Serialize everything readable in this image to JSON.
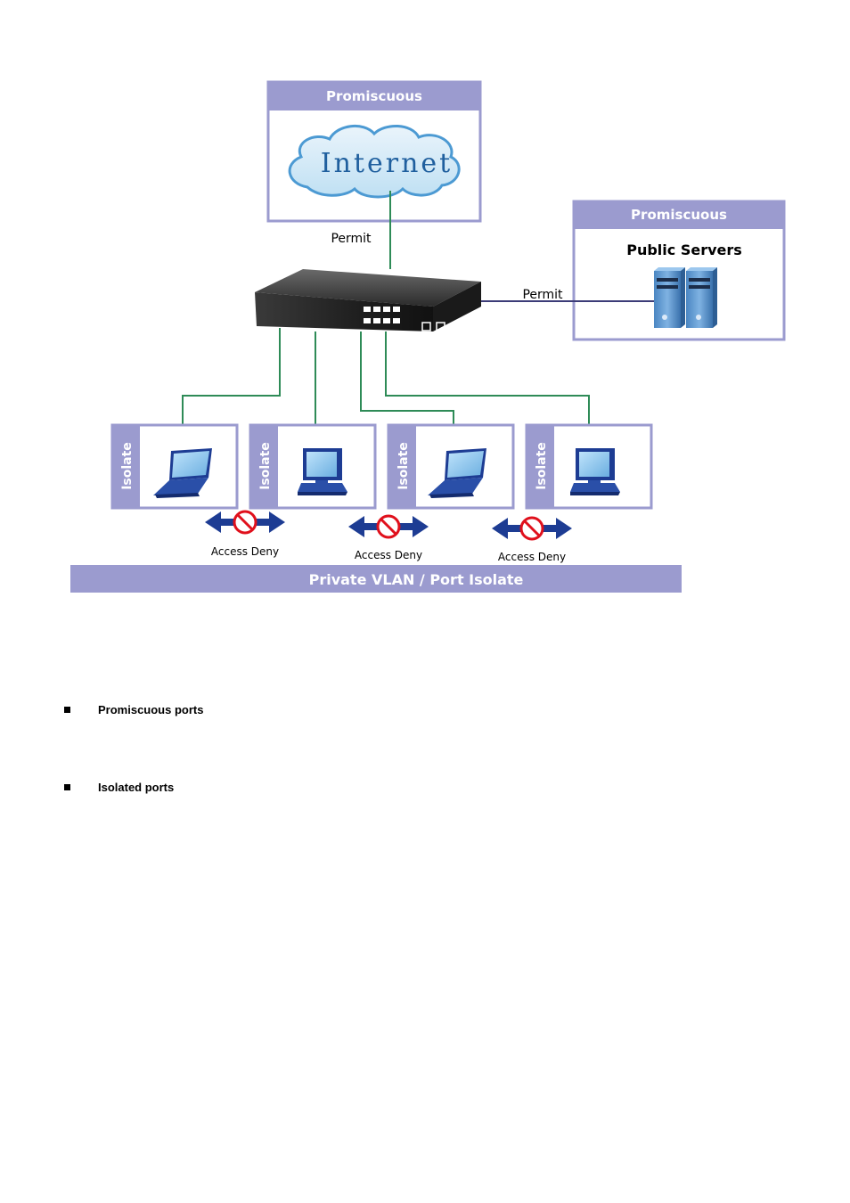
{
  "diagram": {
    "internet_box": {
      "header": "Promiscuous",
      "cloud_label": "Internet"
    },
    "servers_box": {
      "header": "Promiscuous",
      "title": "Public Servers"
    },
    "permit_labels": [
      "Permit",
      "Permit"
    ],
    "isolate_label": "Isolate",
    "access_deny_label": "Access Deny",
    "footer_banner": "Private VLAN / Port Isolate",
    "colors": {
      "header_fill": "#9b9bcf",
      "box_border": "#9b9bcf",
      "link_line": "#2e8b57",
      "arrow_blue": "#1d3c93",
      "deny_red": "#e0101c"
    }
  },
  "bullets": [
    {
      "text": "Promiscuous ports"
    },
    {
      "text": "Isolated ports"
    }
  ]
}
